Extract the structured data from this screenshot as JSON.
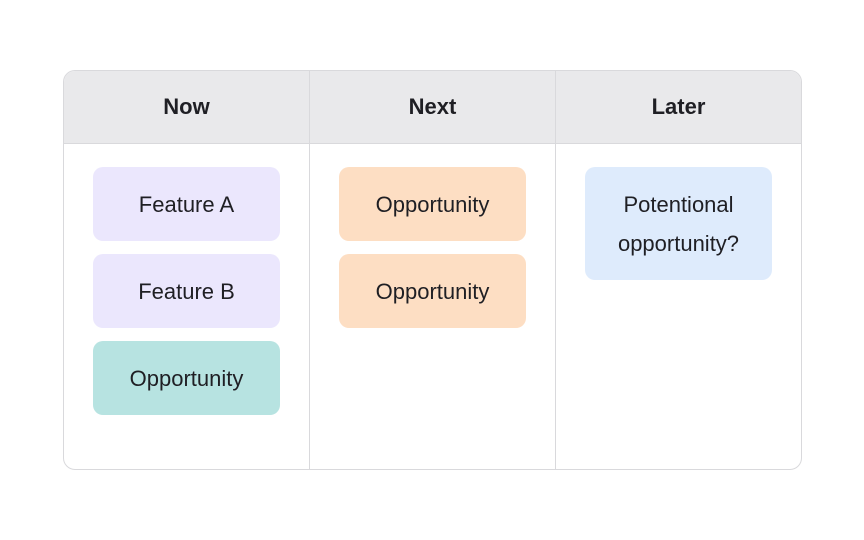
{
  "board": {
    "columns": [
      {
        "title": "Now",
        "cards": [
          {
            "label": "Feature A",
            "color": "#ebe7fd"
          },
          {
            "label": "Feature B",
            "color": "#ebe7fd"
          },
          {
            "label": "Opportunity",
            "color": "#b7e3e1"
          }
        ]
      },
      {
        "title": "Next",
        "cards": [
          {
            "label": "Opportunity",
            "color": "#fddec3"
          },
          {
            "label": "Opportunity",
            "color": "#fddec3"
          }
        ]
      },
      {
        "title": "Later",
        "cards": [
          {
            "label": "Potentional opportunity?",
            "color": "#deebfc"
          }
        ]
      }
    ],
    "colors": {
      "header_bg": "#e9e9eb",
      "border": "#d9d9dc",
      "text": "#1f1f24"
    }
  }
}
